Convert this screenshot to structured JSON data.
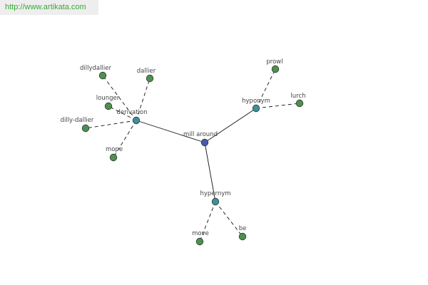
{
  "watermark": {
    "text": "http://www.artikata.com"
  },
  "graph": {
    "colors": {
      "root": "#4a5aa8",
      "category": "#3f8f9c",
      "leaf": "#4f8f4f",
      "outline": "#2a3a2a",
      "edge": "#111111"
    },
    "nodes": [
      {
        "id": "root",
        "label": "mill around",
        "kind": "root"
      },
      {
        "id": "derivation",
        "label": "derivation",
        "kind": "category"
      },
      {
        "id": "hyponym",
        "label": "hyponym",
        "kind": "category"
      },
      {
        "id": "hypernym",
        "label": "hypernym",
        "kind": "category"
      },
      {
        "id": "dillydallier",
        "label": "dillydallier",
        "kind": "leaf"
      },
      {
        "id": "dallier",
        "label": "dallier",
        "kind": "leaf"
      },
      {
        "id": "lounger",
        "label": "lounger",
        "kind": "leaf"
      },
      {
        "id": "dilly-dallier",
        "label": "dilly-dallier",
        "kind": "leaf"
      },
      {
        "id": "mope",
        "label": "mope",
        "kind": "leaf"
      },
      {
        "id": "prowl",
        "label": "prowl",
        "kind": "leaf"
      },
      {
        "id": "lurch",
        "label": "lurch",
        "kind": "leaf"
      },
      {
        "id": "move",
        "label": "move",
        "kind": "leaf"
      },
      {
        "id": "be",
        "label": "be",
        "kind": "leaf"
      }
    ],
    "edges": [
      {
        "from": "root",
        "to": "derivation",
        "style": "solid"
      },
      {
        "from": "root",
        "to": "hyponym",
        "style": "solid"
      },
      {
        "from": "root",
        "to": "hypernym",
        "style": "solid"
      },
      {
        "from": "derivation",
        "to": "dillydallier",
        "style": "dashed"
      },
      {
        "from": "derivation",
        "to": "dallier",
        "style": "dashed"
      },
      {
        "from": "derivation",
        "to": "lounger",
        "style": "dashed"
      },
      {
        "from": "derivation",
        "to": "dilly-dallier",
        "style": "dashed"
      },
      {
        "from": "derivation",
        "to": "mope",
        "style": "dashed"
      },
      {
        "from": "hyponym",
        "to": "prowl",
        "style": "dashed"
      },
      {
        "from": "hyponym",
        "to": "lurch",
        "style": "dashed"
      },
      {
        "from": "hypernym",
        "to": "move",
        "style": "dashed"
      },
      {
        "from": "hypernym",
        "to": "be",
        "style": "dashed"
      }
    ]
  }
}
